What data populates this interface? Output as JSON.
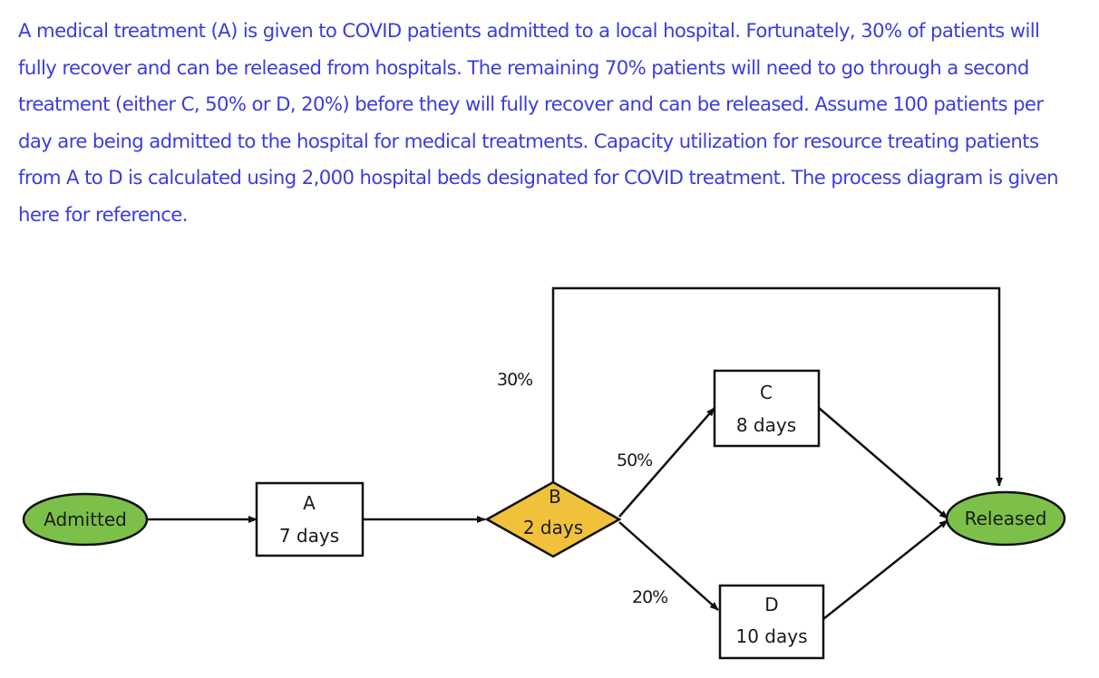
{
  "problem_text": "A medical treatment (A) is given to COVID patients admitted to a local hospital. Fortunately, 30% of patients will fully recover and can be released from hospitals.  The remaining 70% patients will need to go through a second treatment (either C, 50% or D, 20%) before they will fully recover and can be released.  Assume 100 patients per day are being admitted to the hospital for medical treatments.  Capacity utilization for resource treating patients from A to D is calculated using 2,000 hospital beds designated for COVID treatment.  The process diagram is given here for reference.",
  "diagram": {
    "nodes": {
      "admitted": {
        "label": "Admitted"
      },
      "a": {
        "name": "A",
        "duration": "7 days"
      },
      "b": {
        "name": "B",
        "duration": "2 days"
      },
      "c": {
        "name": "C",
        "duration": "8 days"
      },
      "d": {
        "name": "D",
        "duration": "10 days"
      },
      "released": {
        "label": "Released"
      }
    },
    "edge_labels": {
      "b_to_released": "30%",
      "b_to_c": "50%",
      "b_to_d": "20%"
    },
    "colors": {
      "terminal_fill": "#7cc04a",
      "decision_fill": "#f2c13c",
      "text": "#3c3ce0"
    }
  }
}
